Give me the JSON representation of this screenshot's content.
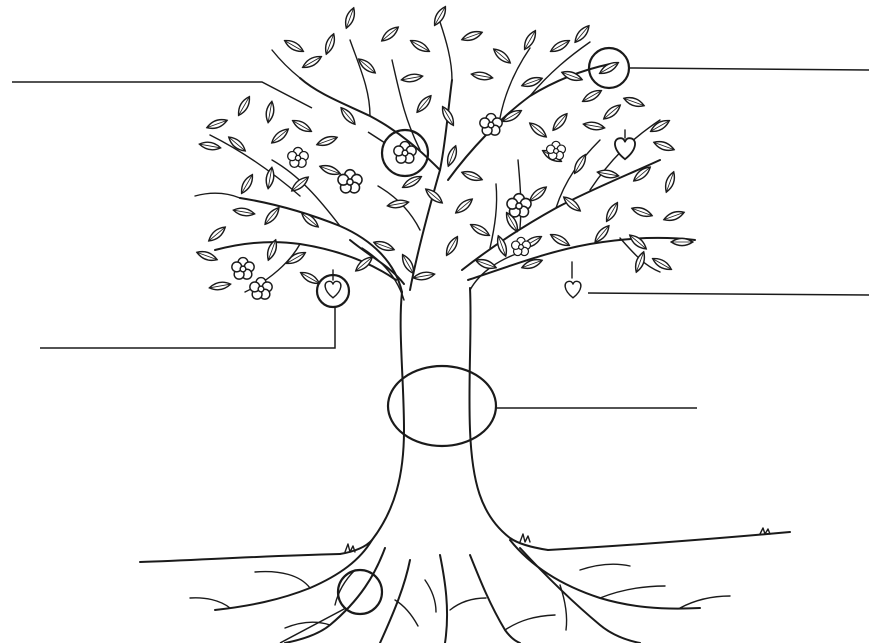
{
  "diagram": {
    "kind": "unlabeled tree parts worksheet",
    "callouts": [
      {
        "part": "leaf",
        "icon": "leaf-icon"
      },
      {
        "part": "branch",
        "icon": "branch-icon"
      },
      {
        "part": "flower",
        "icon": "flower-icon"
      },
      {
        "part": "fruit",
        "icon": "fruit-icon"
      },
      {
        "part": "fruit",
        "icon": "fruit-icon"
      },
      {
        "part": "trunk",
        "icon": "trunk-icon"
      },
      {
        "part": "roots",
        "icon": "roots-icon"
      }
    ]
  }
}
